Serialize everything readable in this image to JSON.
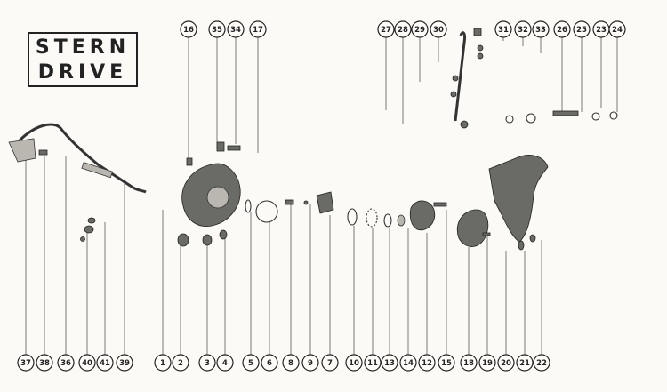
{
  "title": {
    "line1": "STERN",
    "line2": "DRIVE"
  },
  "callouts": {
    "top_left": [
      "16",
      "35",
      "34",
      "17"
    ],
    "top_right": [
      "27",
      "28",
      "29",
      "30",
      "31",
      "32",
      "33",
      "26",
      "25",
      "23",
      "24"
    ],
    "bottom": [
      "37",
      "38",
      "36",
      "40",
      "41",
      "39",
      "1",
      "2",
      "3",
      "4",
      "5",
      "6",
      "8",
      "9",
      "7",
      "10",
      "11",
      "13",
      "14",
      "12",
      "15",
      "18",
      "19",
      "20",
      "21",
      "22"
    ]
  }
}
